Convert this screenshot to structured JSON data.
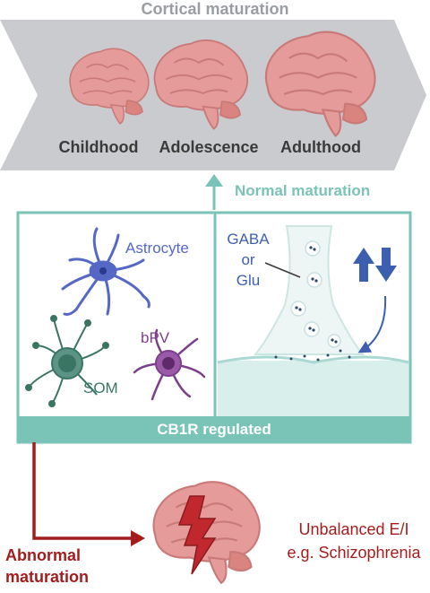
{
  "top": {
    "title": "Cortical maturation",
    "stages": [
      "Childhood",
      "Adolescence",
      "Adulthood"
    ]
  },
  "normal_label": "Normal maturation",
  "panel": {
    "cells": {
      "astrocyte": "Astrocyte",
      "bpv": "bPV",
      "som": "SOM"
    },
    "synapse": {
      "line1": "GABA",
      "line2": "or",
      "line3": "Glu"
    },
    "footer": "CB1R regulated"
  },
  "abnormal": {
    "line1": "Abnormal",
    "line2": "maturation"
  },
  "outcome": {
    "line1": "Unbalanced E/I",
    "line2": "e.g. Schizophrenia"
  },
  "colors": {
    "banner_grey": "#c9cbce",
    "teal": "#79c3b7",
    "teal_dark": "#4fa89a",
    "brain_pink": "#e59b99",
    "brain_line": "#c97a78",
    "dark_red": "#a31d1d",
    "astro_blue": "#5568c6",
    "som_green": "#3a7564",
    "bpv_purple": "#7d3f8c",
    "arrow_blue": "#3d5fb0"
  },
  "icons": [
    "brain-icon",
    "astrocyte-icon",
    "som-neuron-icon",
    "bpv-neuron-icon",
    "synapse-icon",
    "lightning-icon",
    "up-arrow-icon",
    "down-arrow-icon"
  ]
}
